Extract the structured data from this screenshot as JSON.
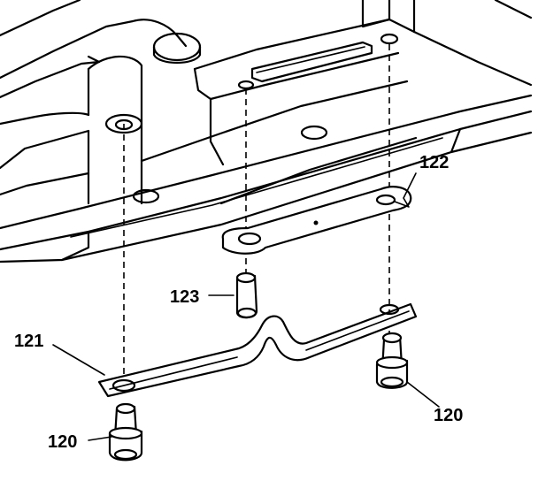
{
  "callouts": {
    "bolt_right": "120",
    "bolt_left": "120",
    "bracket": "121",
    "plate": "122",
    "stud": "123"
  }
}
